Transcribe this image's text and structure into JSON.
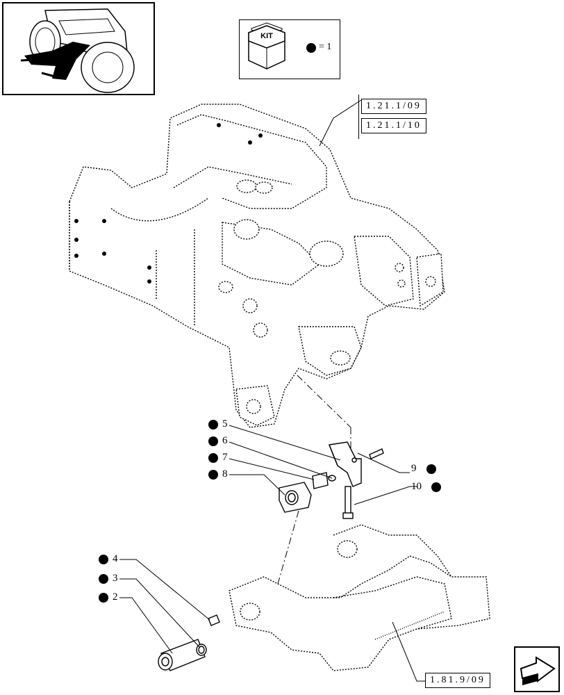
{
  "kit": {
    "label": "KIT",
    "legend": "= 1"
  },
  "references": {
    "ref_top_1": "1.21.1/09",
    "ref_top_2": "1.21.1/10",
    "ref_bottom": "1.81.9/09"
  },
  "callouts": [
    {
      "id": "5",
      "label": "5"
    },
    {
      "id": "6",
      "label": "6"
    },
    {
      "id": "7",
      "label": "7"
    },
    {
      "id": "8",
      "label": "8"
    },
    {
      "id": "9",
      "label": "9"
    },
    {
      "id": "10",
      "label": "10"
    },
    {
      "id": "4",
      "label": "4"
    },
    {
      "id": "3",
      "label": "3"
    },
    {
      "id": "2",
      "label": "2"
    }
  ],
  "icons": {
    "thumbnail": "tractor-thumbnail-icon",
    "kit": "kit-box-icon",
    "nav": "next-page-arrow-icon"
  }
}
